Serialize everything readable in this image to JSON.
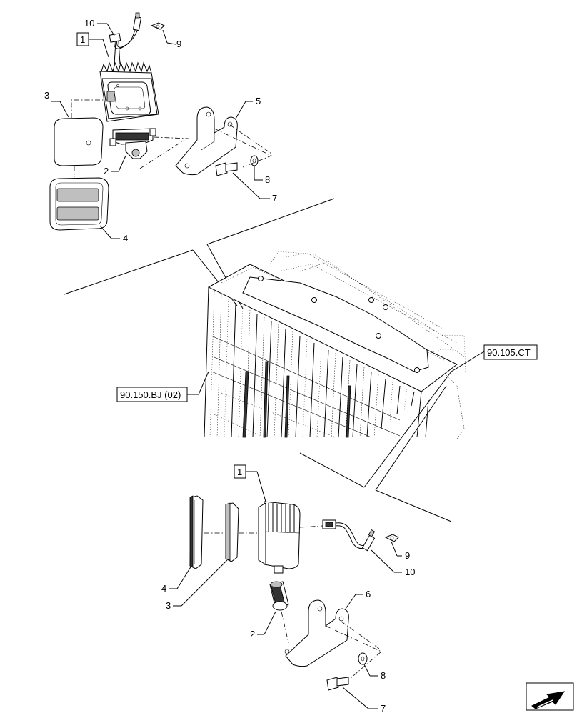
{
  "callouts": {
    "c1_top": "1",
    "c1_bottom": "1",
    "c2_top": "2",
    "c2_bottom": "2",
    "c3_top": "3",
    "c3_bottom": "3",
    "c4_top": "4",
    "c4_bottom": "4",
    "c5": "5",
    "c6": "6",
    "c7_top": "7",
    "c7_bottom": "7",
    "c8_top": "8",
    "c8_bottom": "8",
    "c9_top": "9",
    "c9_bottom": "9",
    "c10_top": "10",
    "c10_bottom": "10"
  },
  "references": {
    "left": "90.150.BJ (02)",
    "right": "90.105.CT"
  },
  "icons": {
    "nav": "arrow-icon"
  }
}
